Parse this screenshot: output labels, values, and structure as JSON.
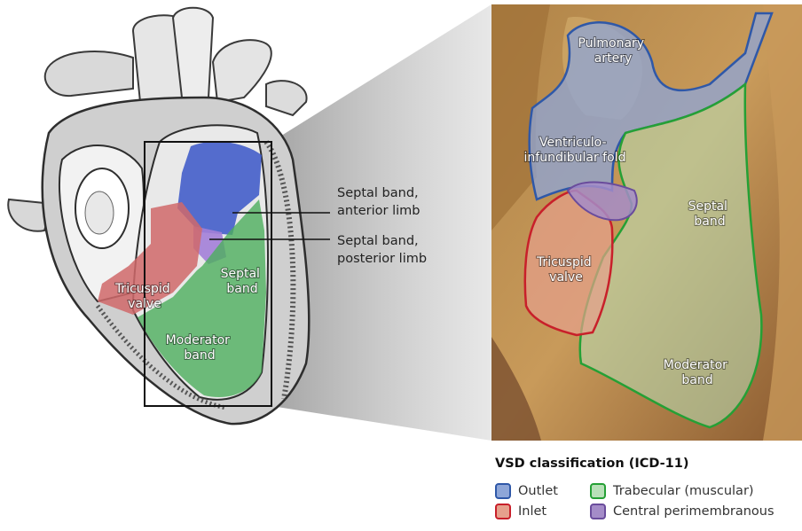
{
  "diagram": {
    "left_labels": {
      "tricuspid": [
        "Tricuspid",
        "valve"
      ],
      "septal": [
        "Septal",
        "band"
      ],
      "moderator": [
        "Moderator",
        "band"
      ]
    },
    "callouts": {
      "anterior": [
        "Septal band,",
        "anterior limb"
      ],
      "posterior": [
        "Septal band,",
        "posterior limb"
      ]
    },
    "photo_labels": {
      "pulmonary": [
        "Pulmonary",
        "artery"
      ],
      "ventriculo": [
        "Ventriculo-",
        "infundibular fold"
      ],
      "septal": [
        "Septal",
        "band"
      ],
      "tricuspid": [
        "Tricuspid",
        "valve"
      ],
      "moderator": [
        "Moderator",
        "band"
      ]
    }
  },
  "legend": {
    "title": "VSD classification (ICD-11)",
    "items": [
      {
        "label": "Outlet",
        "fill": "#8ea6d8",
        "stroke": "#2f58a8"
      },
      {
        "label": "Trabecular (muscular)",
        "fill": "#b8e0b8",
        "stroke": "#25a035"
      },
      {
        "label": "Inlet",
        "fill": "#e6a08c",
        "stroke": "#c8202a"
      },
      {
        "label": "Central perimembranous",
        "fill": "#a48cc8",
        "stroke": "#6a4c9c"
      }
    ]
  },
  "colors": {
    "outlet": "#3a56c8",
    "inlet": "#d0686a",
    "trabecular": "#4cae5c",
    "central": "#a380d8"
  }
}
